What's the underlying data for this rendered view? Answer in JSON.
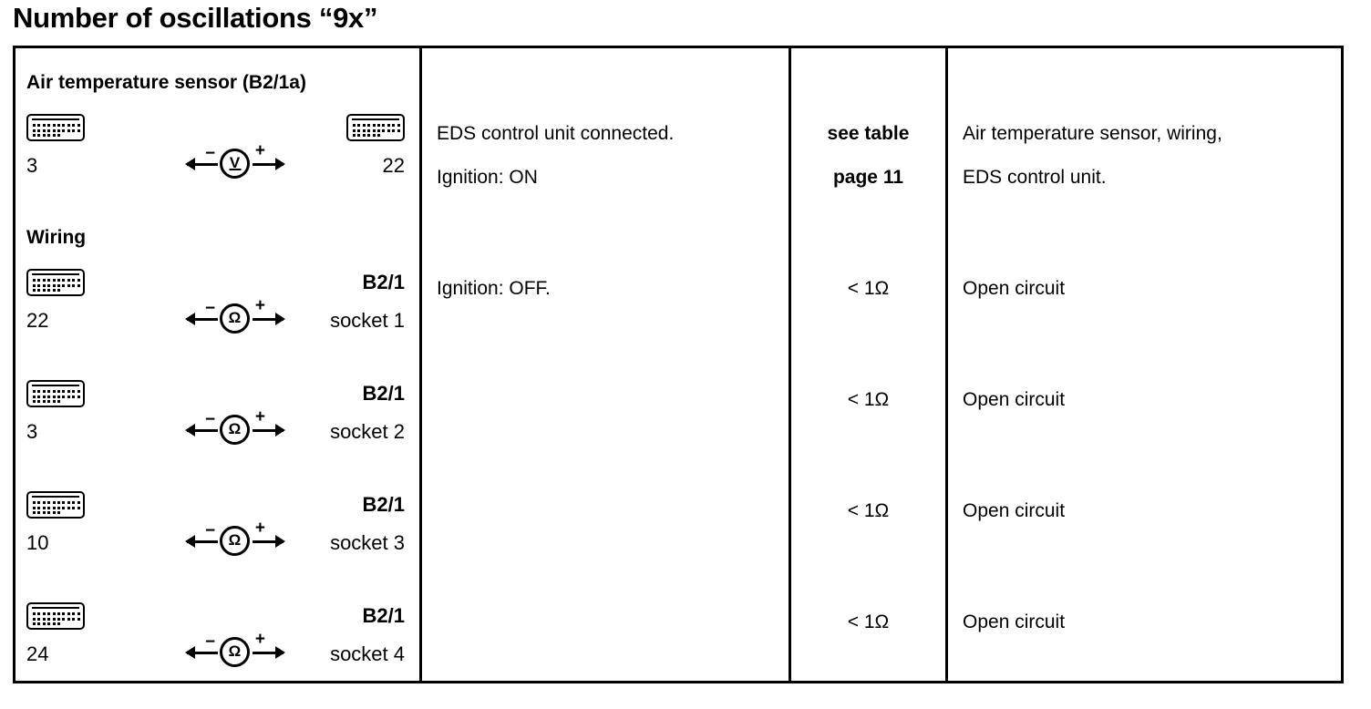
{
  "title": "Number of oscillations “9x”",
  "table": {
    "sections": [
      {
        "label": "Air temperature sensor (B2/1a)"
      },
      {
        "label": "Wiring"
      }
    ],
    "measurement_rows": [
      {
        "left_connector_icon": "connector-icon",
        "right_connector_icon": "connector-icon",
        "left_pin": "3",
        "right_pin": "22",
        "right_terminal": "",
        "meter": "voltmeter",
        "meter_glyph": "V",
        "sign_left": "−",
        "sign_right": "+"
      },
      {
        "left_connector_icon": "connector-icon",
        "right_connector_icon": "",
        "left_pin": "22",
        "right_pin": "socket 1",
        "right_terminal": "B2/1",
        "meter": "ohmmeter",
        "meter_glyph": "Ω",
        "sign_left": "−",
        "sign_right": "+"
      },
      {
        "left_connector_icon": "connector-icon",
        "right_connector_icon": "",
        "left_pin": "3",
        "right_pin": "socket 2",
        "right_terminal": "B2/1",
        "meter": "ohmmeter",
        "meter_glyph": "Ω",
        "sign_left": "−",
        "sign_right": "+"
      },
      {
        "left_connector_icon": "connector-icon",
        "right_connector_icon": "",
        "left_pin": "10",
        "right_pin": "socket 3",
        "right_terminal": "B2/1",
        "meter": "ohmmeter",
        "meter_glyph": "Ω",
        "sign_left": "−",
        "sign_right": "+"
      },
      {
        "left_connector_icon": "connector-icon",
        "right_connector_icon": "",
        "left_pin": "24",
        "right_pin": "socket 4",
        "right_terminal": "B2/1",
        "meter": "ohmmeter",
        "meter_glyph": "Ω",
        "sign_left": "−",
        "sign_right": "+"
      }
    ],
    "conditions": [
      {
        "line1": "EDS control unit connected.",
        "line2": "Ignition: ON"
      },
      {
        "line1": "Ignition:  OFF.",
        "line2": ""
      }
    ],
    "specifications": [
      {
        "line1": "see table",
        "line2": "page 11"
      },
      {
        "line1": "< 1Ω",
        "line2": ""
      },
      {
        "line1": "< 1Ω",
        "line2": ""
      },
      {
        "line1": "< 1Ω",
        "line2": ""
      },
      {
        "line1": "< 1Ω",
        "line2": ""
      }
    ],
    "causes": [
      {
        "line1": "Air temperature sensor,  wiring,",
        "line2": "EDS control unit."
      },
      {
        "line1": "Open circuit",
        "line2": ""
      },
      {
        "line1": "Open circuit",
        "line2": ""
      },
      {
        "line1": "Open circuit",
        "line2": ""
      },
      {
        "line1": "Open circuit",
        "line2": ""
      }
    ]
  }
}
